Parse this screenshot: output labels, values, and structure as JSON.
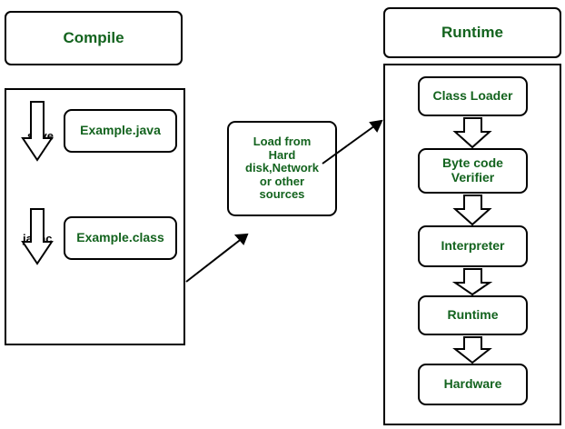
{
  "diagram": {
    "title_compile": "Compile",
    "title_runtime": "Runtime",
    "compile": {
      "source_file": "Example.java",
      "class_file": "Example.class",
      "label_save": "save",
      "label_javac": "javac"
    },
    "loader": {
      "text_line1": "Load from",
      "text_line2": "Hard",
      "text_line3": "disk,Network",
      "text_line4": "or other",
      "text_line5": "sources"
    },
    "runtime_chain": [
      {
        "label": "Class Loader"
      },
      {
        "label_line1": "Byte code",
        "label_line2": "Verifier"
      },
      {
        "label": "Interpreter"
      },
      {
        "label": "Runtime"
      },
      {
        "label": "Hardware"
      }
    ],
    "colors": {
      "text_green": "#13631e",
      "stroke_black": "#000000",
      "background": "#ffffff"
    }
  }
}
